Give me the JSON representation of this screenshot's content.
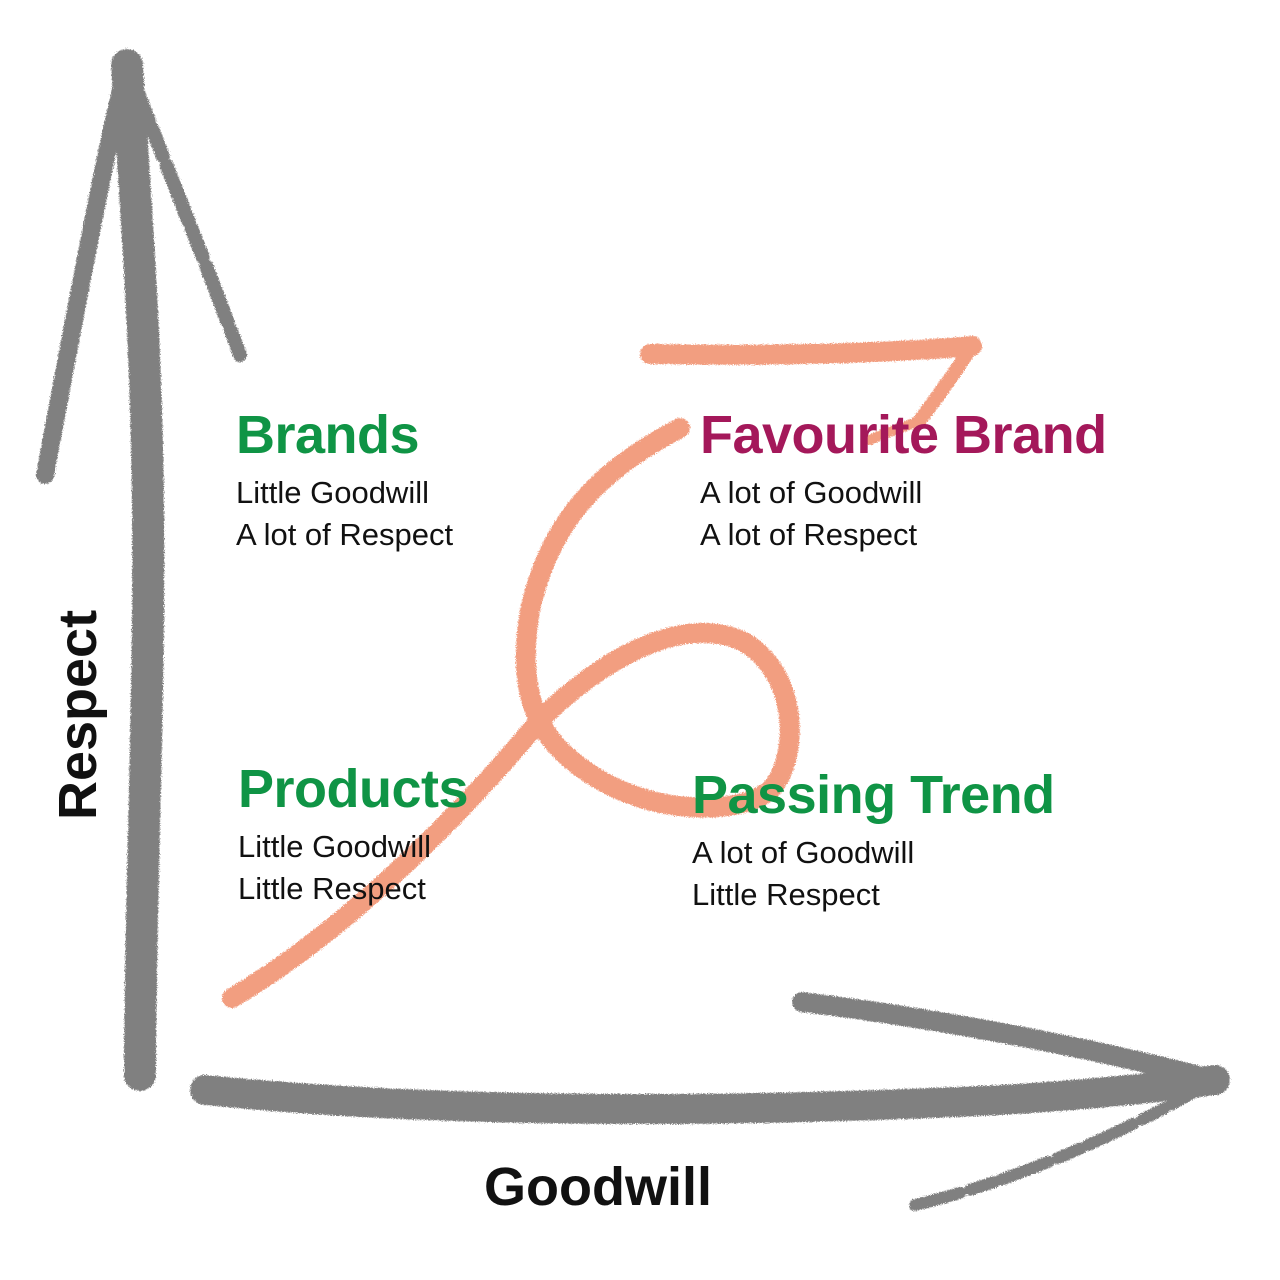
{
  "colors": {
    "axis_gray": "#808080",
    "path_salmon": "#f29e80",
    "title_green": "#0f9445",
    "title_magenta": "#a4185a",
    "text_black": "#111111"
  },
  "axes": {
    "y_label": "Respect",
    "x_label": "Goodwill"
  },
  "quadrants": {
    "brands": {
      "title": "Brands",
      "line1": "Little Goodwill",
      "line2": "A lot of Respect",
      "title_color": "#0f9445"
    },
    "favourite": {
      "title": "Favourite Brand",
      "line1": "A lot of Goodwill",
      "line2": "A lot of Respect",
      "title_color": "#a4185a"
    },
    "products": {
      "title": "Products",
      "line1": "Little Goodwill",
      "line2": "Little Respect",
      "title_color": "#0f9445"
    },
    "passing": {
      "title": "Passing Trend",
      "line1": "A lot of Goodwill",
      "line2": "Little Respect",
      "title_color": "#0f9445"
    }
  },
  "icons": {
    "y_axis": "up-arrow-chalk-icon",
    "x_axis": "right-arrow-chalk-icon",
    "path": "looping-arrow-path-icon"
  }
}
